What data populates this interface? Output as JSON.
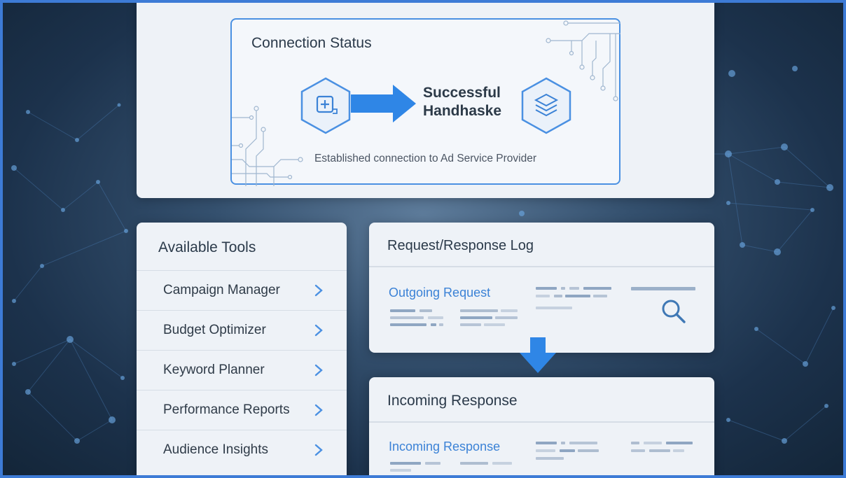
{
  "connection": {
    "title": "Connection Status",
    "status_line1": "Successful",
    "status_line2": "Handhaske",
    "description": "Established connection to Ad Service Provider"
  },
  "tools": {
    "title": "Available Tools",
    "items": [
      {
        "label": "Campaign Manager"
      },
      {
        "label": "Budget Optimizer"
      },
      {
        "label": "Keyword Planner"
      },
      {
        "label": "Performance Reports"
      },
      {
        "label": "Audience Insights"
      }
    ]
  },
  "log": {
    "title": "Request/Response Log",
    "outgoing_label": "Outgoing Request"
  },
  "response": {
    "title": "Incoming Response",
    "incoming_label": "Incoming Response"
  },
  "colors": {
    "accent": "#3b82d6",
    "frame": "#3d7bd6",
    "card": "#eef2f7"
  }
}
